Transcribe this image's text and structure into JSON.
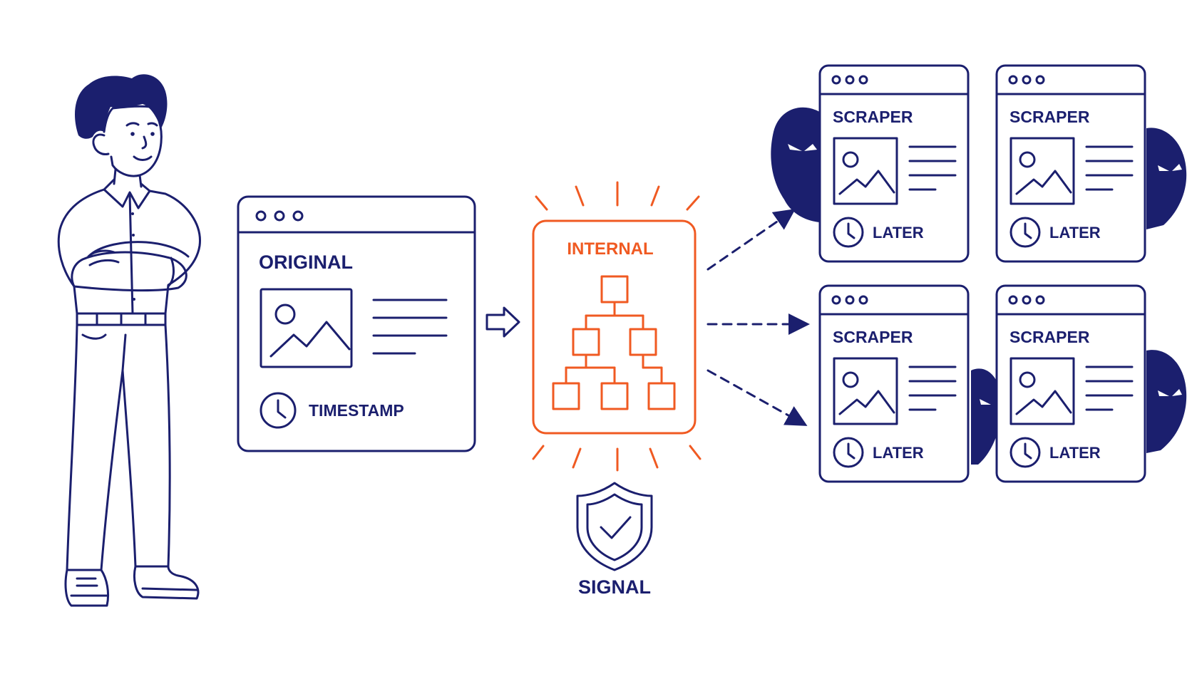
{
  "original": {
    "title": "ORIGINAL",
    "timestamp_label": "TIMESTAMP"
  },
  "internal": {
    "title": "INTERNAL"
  },
  "signal": {
    "label": "SIGNAL"
  },
  "scrapers": [
    {
      "title": "SCRAPER",
      "time_label": "LATER"
    },
    {
      "title": "SCRAPER",
      "time_label": "LATER"
    },
    {
      "title": "SCRAPER",
      "time_label": "LATER"
    },
    {
      "title": "SCRAPER",
      "time_label": "LATER"
    }
  ],
  "colors": {
    "navy": "#1b1f6e",
    "orange": "#f05a22",
    "background": "#ffffff"
  },
  "icons": [
    "person-illustration",
    "image-icon",
    "clock-icon",
    "hollow-arrow-icon",
    "tree-diagram-icon",
    "shield-check-icon",
    "hooded-figure-icon",
    "dashed-arrow-icon"
  ]
}
